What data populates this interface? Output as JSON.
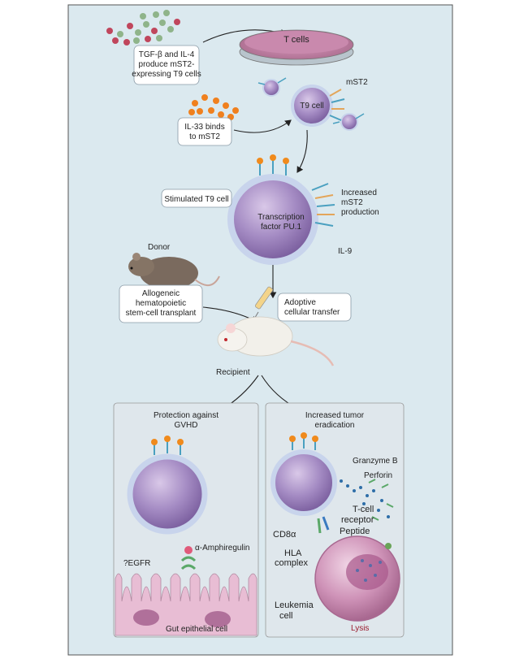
{
  "labels": {
    "t_cells": "T cells",
    "tgf_line1": "TGF-β and IL-4",
    "tgf_line2": "produce mST2-",
    "tgf_line3": "expressing T9 cells",
    "t9_cell": "T9 cell",
    "mst2": "mST2",
    "il33_line1": "IL-33 binds",
    "il33_line2": "to mST2",
    "stimulated_t9": "Stimulated T9 cell",
    "transcription_line1": "Transcription",
    "transcription_line2": "factor PU.1",
    "increased_line1": "Increased",
    "increased_line2": "mST2",
    "increased_line3": "production",
    "il9": "IL-9",
    "donor": "Donor",
    "allo_line1": "Allogeneic",
    "allo_line2": "hematopoietic",
    "allo_line3": "stem-cell transplant",
    "adoptive_line1": "Adoptive",
    "adoptive_line2": "cellular transfer",
    "recipient": "Recipient",
    "protection_line1": "Protection against",
    "protection_line2": "GVHD",
    "tumor_line1": "Increased tumor",
    "tumor_line2": "eradication",
    "amphiregulin": "α-Amphiregulin",
    "egfr": "?EGFR",
    "gut_cell": "Gut epithelial cell",
    "granzyme": "Granzyme B",
    "perforin": "Perforin",
    "tcr_line1": "T-cell",
    "tcr_line2": "receptor",
    "cd8": "CD8α",
    "peptide": "Peptide",
    "hla_line1": "HLA",
    "hla_line2": "complex",
    "leukemia_line1": "Leukemia",
    "leukemia_line2": "cell",
    "lysis": "Lysis"
  },
  "colors": {
    "background": "#dbe9ef",
    "cell_purple": "#9c7fb8",
    "cell_rim": "#c8d4ec",
    "receptor_orange": "#f08a1c",
    "leukemia_pink": "#c98bb0",
    "mouse_brown": "#7a6a5e",
    "mouse_white": "#f2f0ea",
    "dish_pink": "#c07aa0"
  },
  "icons": [
    "cytokine-beads-icon",
    "petri-dish-icon",
    "t9-cell-icon",
    "il33-beads-icon",
    "donor-mouse-icon",
    "recipient-mouse-icon",
    "syringe-icon",
    "leukemia-cell-icon",
    "gut-epithelium-icon"
  ]
}
